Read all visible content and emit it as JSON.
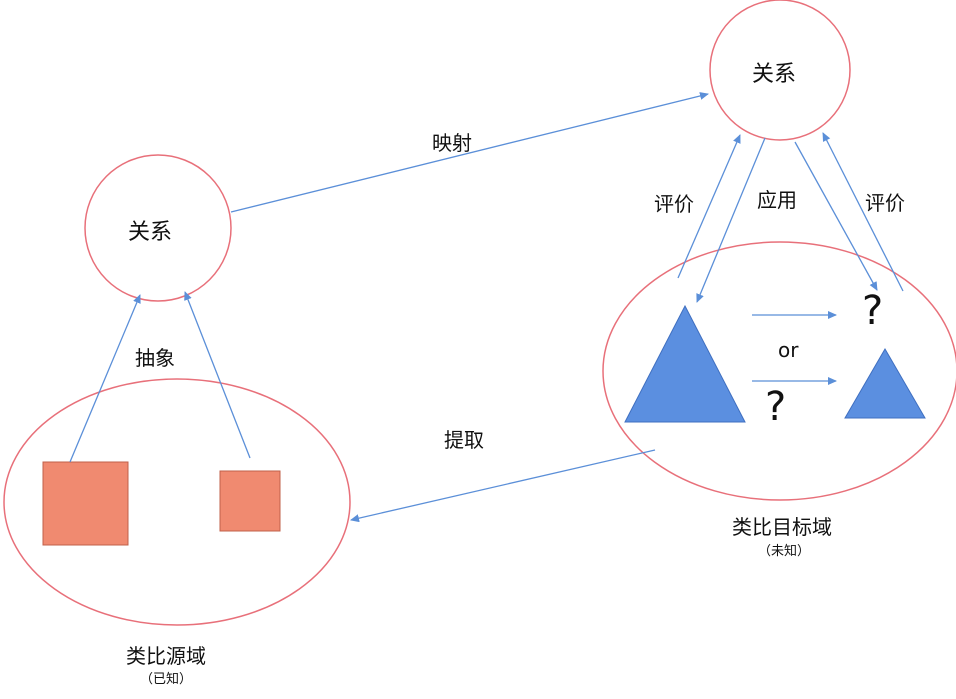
{
  "nodes": {
    "source_relation": "关系",
    "target_relation": "关系",
    "source_domain": "类比源域",
    "source_domain_note": "（已知）",
    "target_domain": "类比目标域",
    "target_domain_note": "（未知）"
  },
  "edges": {
    "mapping": "映射",
    "abstraction": "抽象",
    "extraction": "提取",
    "apply": "应用",
    "evaluate_left": "评价",
    "evaluate_right": "评价"
  },
  "target_content": {
    "or": "or",
    "unknown_1": "?",
    "unknown_2": "?"
  },
  "colors": {
    "circle_stroke": "#e8707a",
    "arrow": "#5b8fd8",
    "square_fill": "#f08a70",
    "square_stroke": "#c0604a",
    "triangle_fill": "#5b8fe0",
    "triangle_stroke": "#3f6fc0"
  }
}
